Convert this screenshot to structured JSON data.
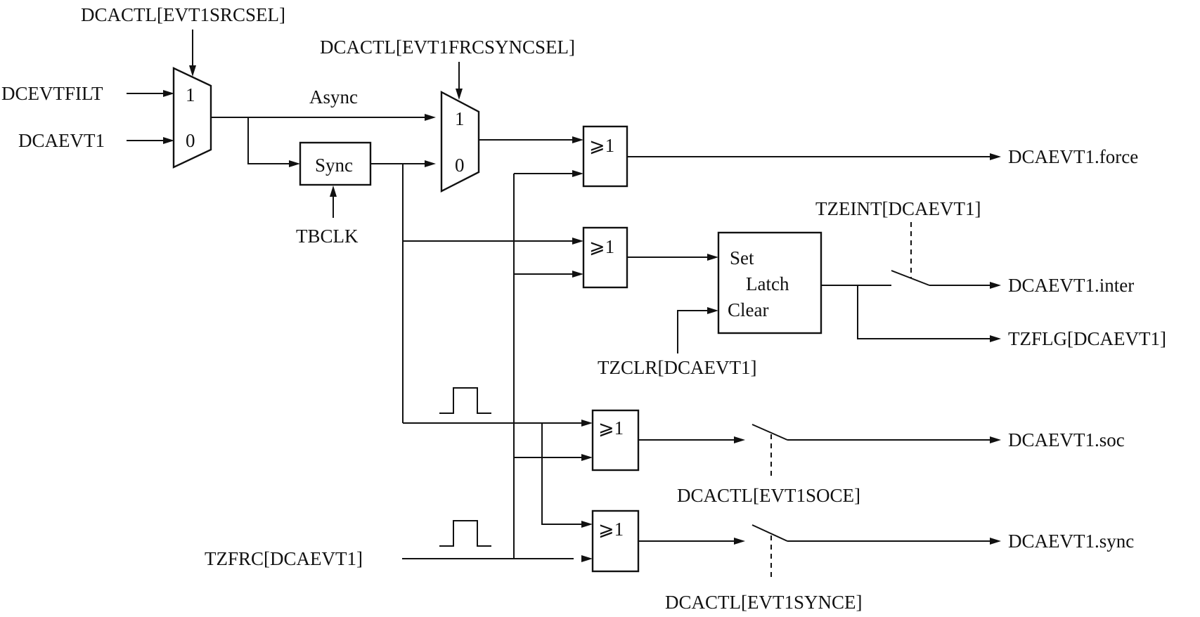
{
  "controls": {
    "evt1srcsel": "DCACTL[EVT1SRCSEL]",
    "evt1frcsyncsel": "DCACTL[EVT1FRCSYNCSEL]",
    "tzeint": "TZEINT[DCAEVT1]",
    "tzclr": "TZCLR[DCAEVT1]",
    "evt1soce": "DCACTL[EVT1SOCE]",
    "evt1synce": "DCACTL[EVT1SYNCE]"
  },
  "inputs": {
    "dcevtfilt": "DCEVTFILT",
    "dcaevt1": "DCAEVT1",
    "tbclk": "TBCLK",
    "tzfrc": "TZFRC[DCAEVT1]"
  },
  "mux": {
    "in1": "1",
    "in0": "0"
  },
  "path": {
    "async": "Async",
    "sync": "Sync"
  },
  "gate": {
    "or_label": "⩾1"
  },
  "latch": {
    "set": "Set",
    "latch": "Latch",
    "clear": "Clear"
  },
  "outputs": {
    "force": "DCAEVT1.force",
    "inter": "DCAEVT1.inter",
    "tzflg": "TZFLG[DCAEVT1]",
    "soc": "DCAEVT1.soc",
    "sync": "DCAEVT1.sync"
  }
}
